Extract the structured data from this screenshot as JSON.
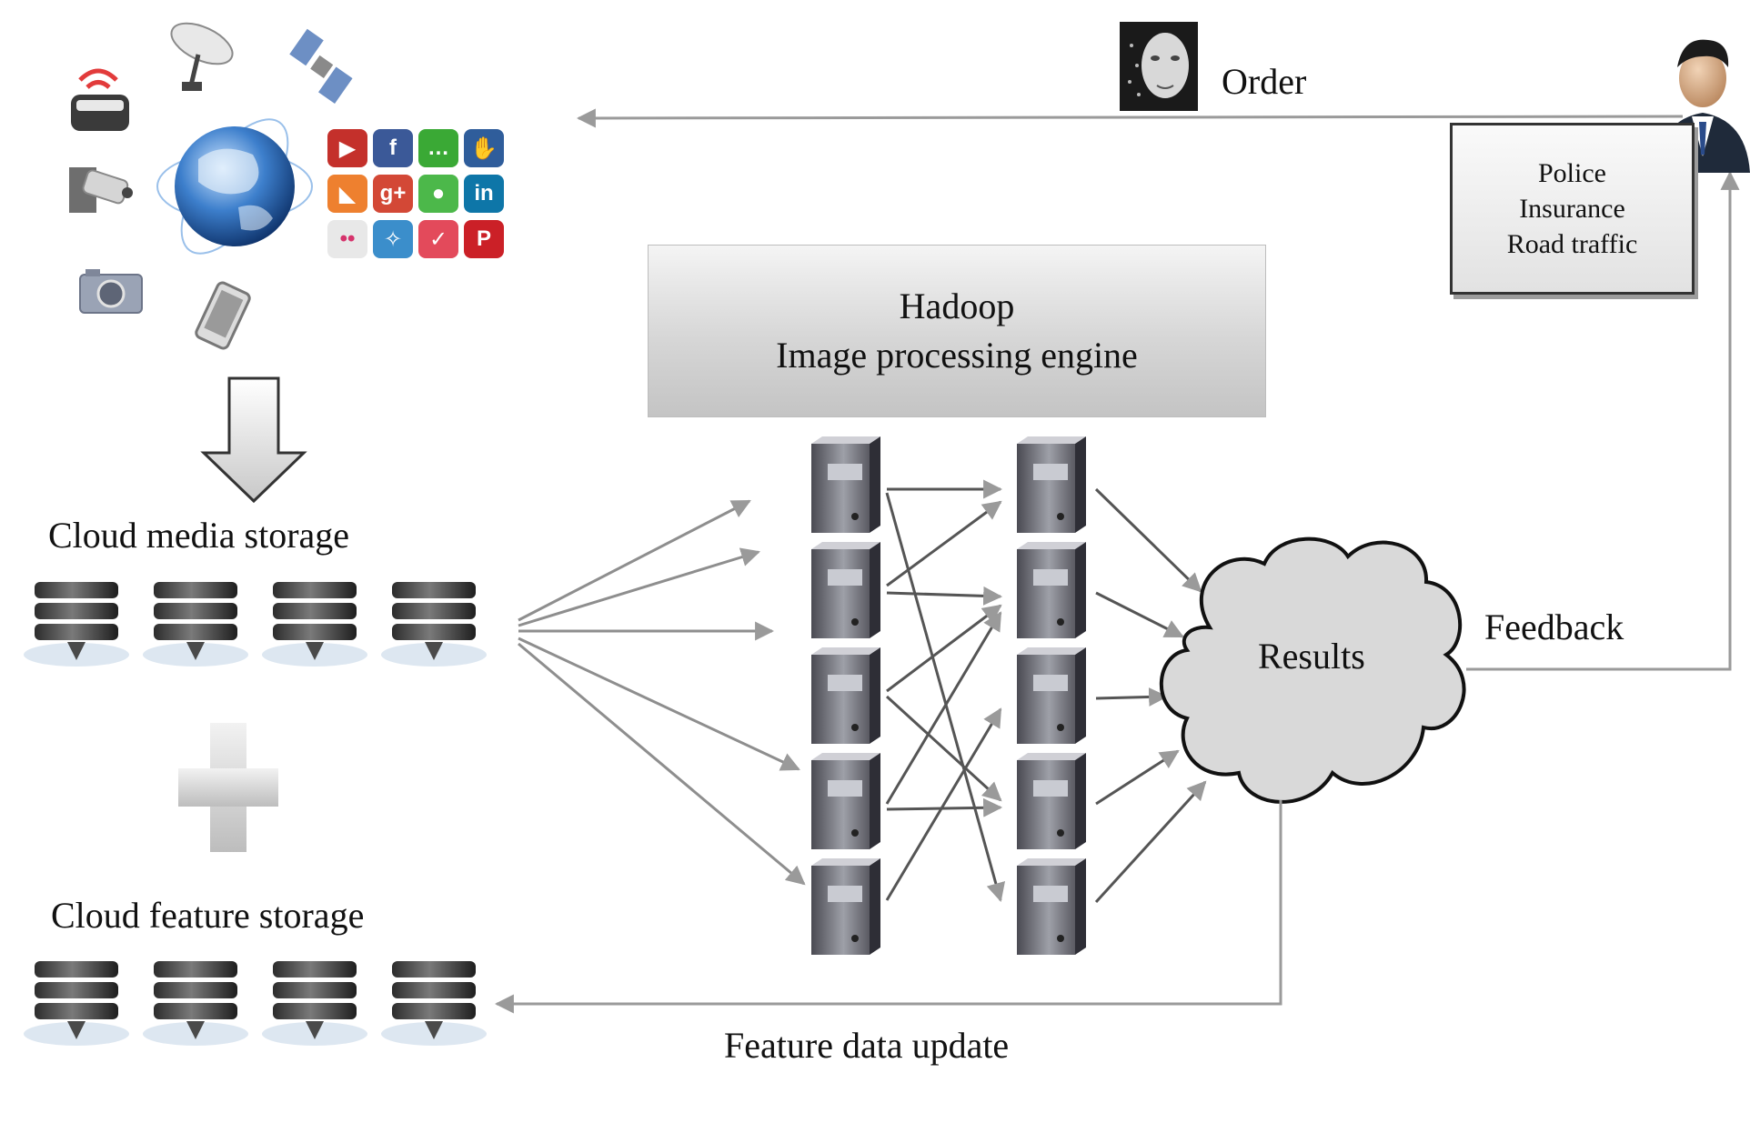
{
  "labels": {
    "order": "Order",
    "cloud_media_storage": "Cloud media storage",
    "cloud_feature_storage": "Cloud feature storage",
    "feedback": "Feedback",
    "feature_data_update": "Feature data update",
    "results": "Results"
  },
  "hadoop_box": {
    "line1": "Hadoop",
    "line2": "Image processing engine"
  },
  "agency_box": {
    "line1": "Police",
    "line2": "Insurance",
    "line3": "Road traffic"
  },
  "social_icons": [
    {
      "icon": "youtube-icon",
      "glyph": "▶",
      "color": "#c4302b"
    },
    {
      "icon": "facebook-icon",
      "glyph": "f",
      "color": "#3b5998"
    },
    {
      "icon": "chat-icon",
      "glyph": "…",
      "color": "#3aa935"
    },
    {
      "icon": "myspace-icon",
      "glyph": "✋",
      "color": "#2f5d9b"
    },
    {
      "icon": "rss-icon",
      "glyph": "◣",
      "color": "#ee802f"
    },
    {
      "icon": "google-plus-icon",
      "glyph": "g+",
      "color": "#d34836"
    },
    {
      "icon": "messenger-icon",
      "glyph": "●",
      "color": "#4cb84a"
    },
    {
      "icon": "linkedin-icon",
      "glyph": "in",
      "color": "#0e76a8"
    },
    {
      "icon": "flickr-icon",
      "glyph": "••",
      "color": "#e8e8e8"
    },
    {
      "icon": "twitter-icon",
      "glyph": "✧",
      "color": "#3b8ecb"
    },
    {
      "icon": "pocket-icon",
      "glyph": "✓",
      "color": "#e34a5b"
    },
    {
      "icon": "pinterest-icon",
      "glyph": "P",
      "color": "#cb2027"
    }
  ]
}
